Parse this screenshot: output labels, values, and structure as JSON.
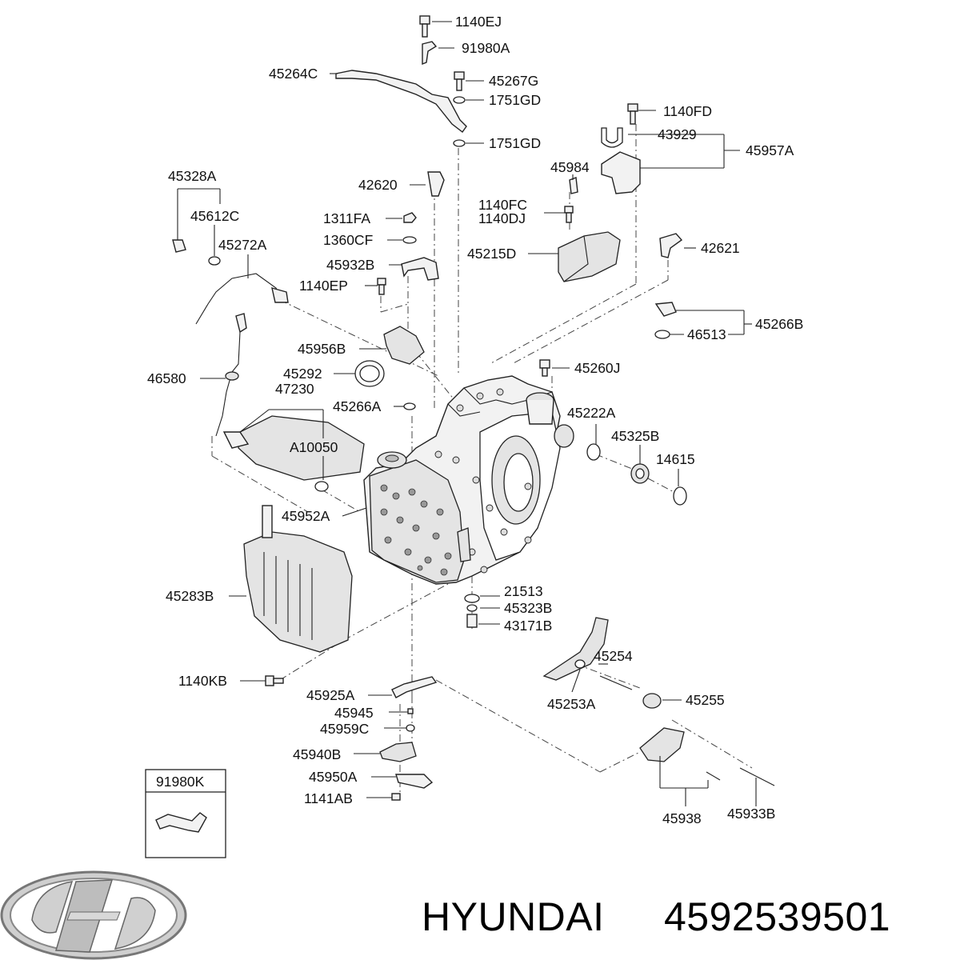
{
  "labels": {
    "p1140EJ": "1140EJ",
    "p91980A": "91980A",
    "p45264C": "45264C",
    "p45267G": "45267G",
    "p1751GD_a": "1751GD",
    "p1751GD_b": "1751GD",
    "p1140FD": "1140FD",
    "p43929": "43929",
    "p45957A": "45957A",
    "p45984": "45984",
    "p42620": "42620",
    "p45328A": "45328A",
    "p45612C": "45612C",
    "p45272A": "45272A",
    "p1311FA": "1311FA",
    "p1360CF": "1360CF",
    "p45932B": "45932B",
    "p1140EP": "1140EP",
    "p1140FC": "1140FC",
    "p1140DJ": "1140DJ",
    "p45215D": "45215D",
    "p42621": "42621",
    "p45266B": "45266B",
    "p46513": "46513",
    "p45956B": "45956B",
    "p46580": "46580",
    "p45292": "45292",
    "p47230": "47230",
    "p45266A": "45266A",
    "p45260J": "45260J",
    "p45222A": "45222A",
    "p45325B": "45325B",
    "p14615": "14615",
    "pA10050": "A10050",
    "p45952A": "45952A",
    "p45283B": "45283B",
    "p21513": "21513",
    "p45323B": "45323B",
    "p43171B": "43171B",
    "p45254": "45254",
    "p45253A": "45253A",
    "p45255": "45255",
    "p1140KB": "1140KB",
    "p45925A": "45925A",
    "p45945": "45945",
    "p45959C": "45959C",
    "p45940B": "45940B",
    "p45950A": "45950A",
    "p1141AB": "1141AB",
    "p45938": "45938",
    "p45933B": "45933B"
  },
  "inset": {
    "title": "91980K"
  },
  "footer": {
    "brand": "HYUNDAI",
    "part_number": "4592539501"
  }
}
